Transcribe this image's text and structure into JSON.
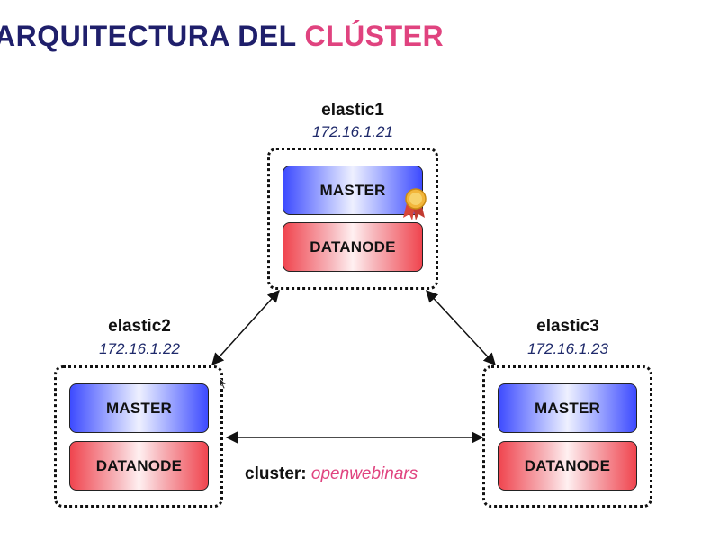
{
  "title": {
    "part1": "ARQUITECTURA DEL ",
    "part2": "CLÚSTER"
  },
  "nodes": [
    {
      "name": "elastic1",
      "ip": "172.16.1.21",
      "roles": [
        "MASTER",
        "DATANODE"
      ]
    },
    {
      "name": "elastic2",
      "ip": "172.16.1.22",
      "roles": [
        "MASTER",
        "DATANODE"
      ]
    },
    {
      "name": "elastic3",
      "ip": "172.16.1.23",
      "roles": [
        "MASTER",
        "DATANODE"
      ]
    }
  ],
  "cluster": {
    "label": "cluster:",
    "name": "openwebinars"
  },
  "icons": {
    "elected_master": "medal-icon",
    "pointer": "cursor-icon"
  },
  "colors": {
    "title_dark": "#1f1f6b",
    "accent": "#e0437f",
    "master": "#3d4bff",
    "datanode": "#f0454f"
  }
}
